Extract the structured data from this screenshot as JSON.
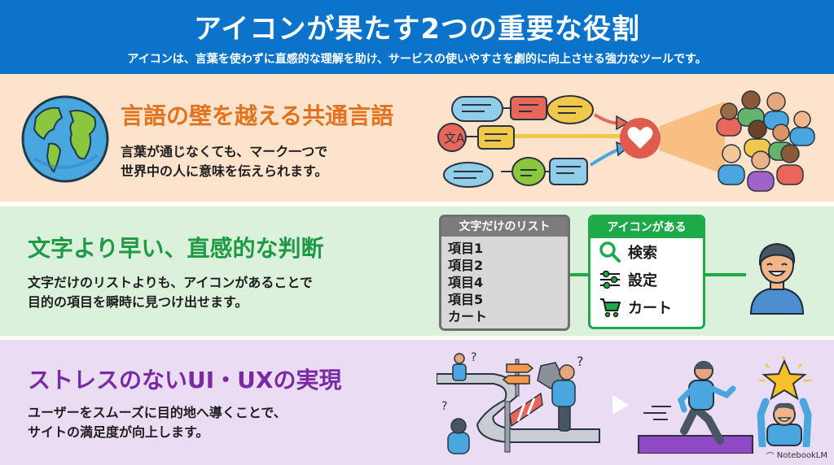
{
  "header": {
    "title": "アイコンが果たす2つの重要な役割",
    "subtitle": "アイコンは、言葉を使わずに直感的な理解を助け、サービスの使いやすさを劇的に向上させる強力なツールです。"
  },
  "sections": [
    {
      "heading": "言語の壁を越える共通言語",
      "desc_lines": [
        "言葉が通じなくても、マーク一つで",
        "世界中の人に意味を伝えられます。"
      ],
      "accent_color": "#e1731f",
      "background": "#fde3cb",
      "illustration": [
        "globe-icon",
        "speech-bubbles",
        "translate-icon",
        "heart-icon",
        "diverse-people-group"
      ]
    },
    {
      "heading": "文字より早い、直感的な判断",
      "desc_lines": [
        "文字だけのリストよりも、アイコンがあることで",
        "目的の項目を瞬時に見つけ出せます。"
      ],
      "accent_color": "#1e9a45",
      "background": "#dcf1dc",
      "text_list": {
        "title": "文字だけのリスト",
        "items": [
          "項目1",
          "項目2",
          "項目4",
          "項目5",
          "カート"
        ]
      },
      "icon_list": {
        "title": "アイコンがある",
        "items": [
          {
            "icon": "search-icon",
            "label": "検索"
          },
          {
            "icon": "settings-sliders-icon",
            "label": "設定"
          },
          {
            "icon": "cart-icon",
            "label": "カート"
          }
        ]
      },
      "illustration": [
        "smiling-user"
      ]
    },
    {
      "heading": "ストレスのないUI・UXの実現",
      "desc_lines": [
        "ユーザーをスムーズに目的地へ導くことで、",
        "サイトの満足度が向上します。"
      ],
      "accent_color": "#7b2aa5",
      "background": "#e9dcf3",
      "illustration": [
        "confused-people-on-winding-road",
        "barrier",
        "signpost",
        "play-arrow",
        "running-person",
        "star-celebration"
      ]
    }
  ],
  "watermark": "NotebookLM"
}
